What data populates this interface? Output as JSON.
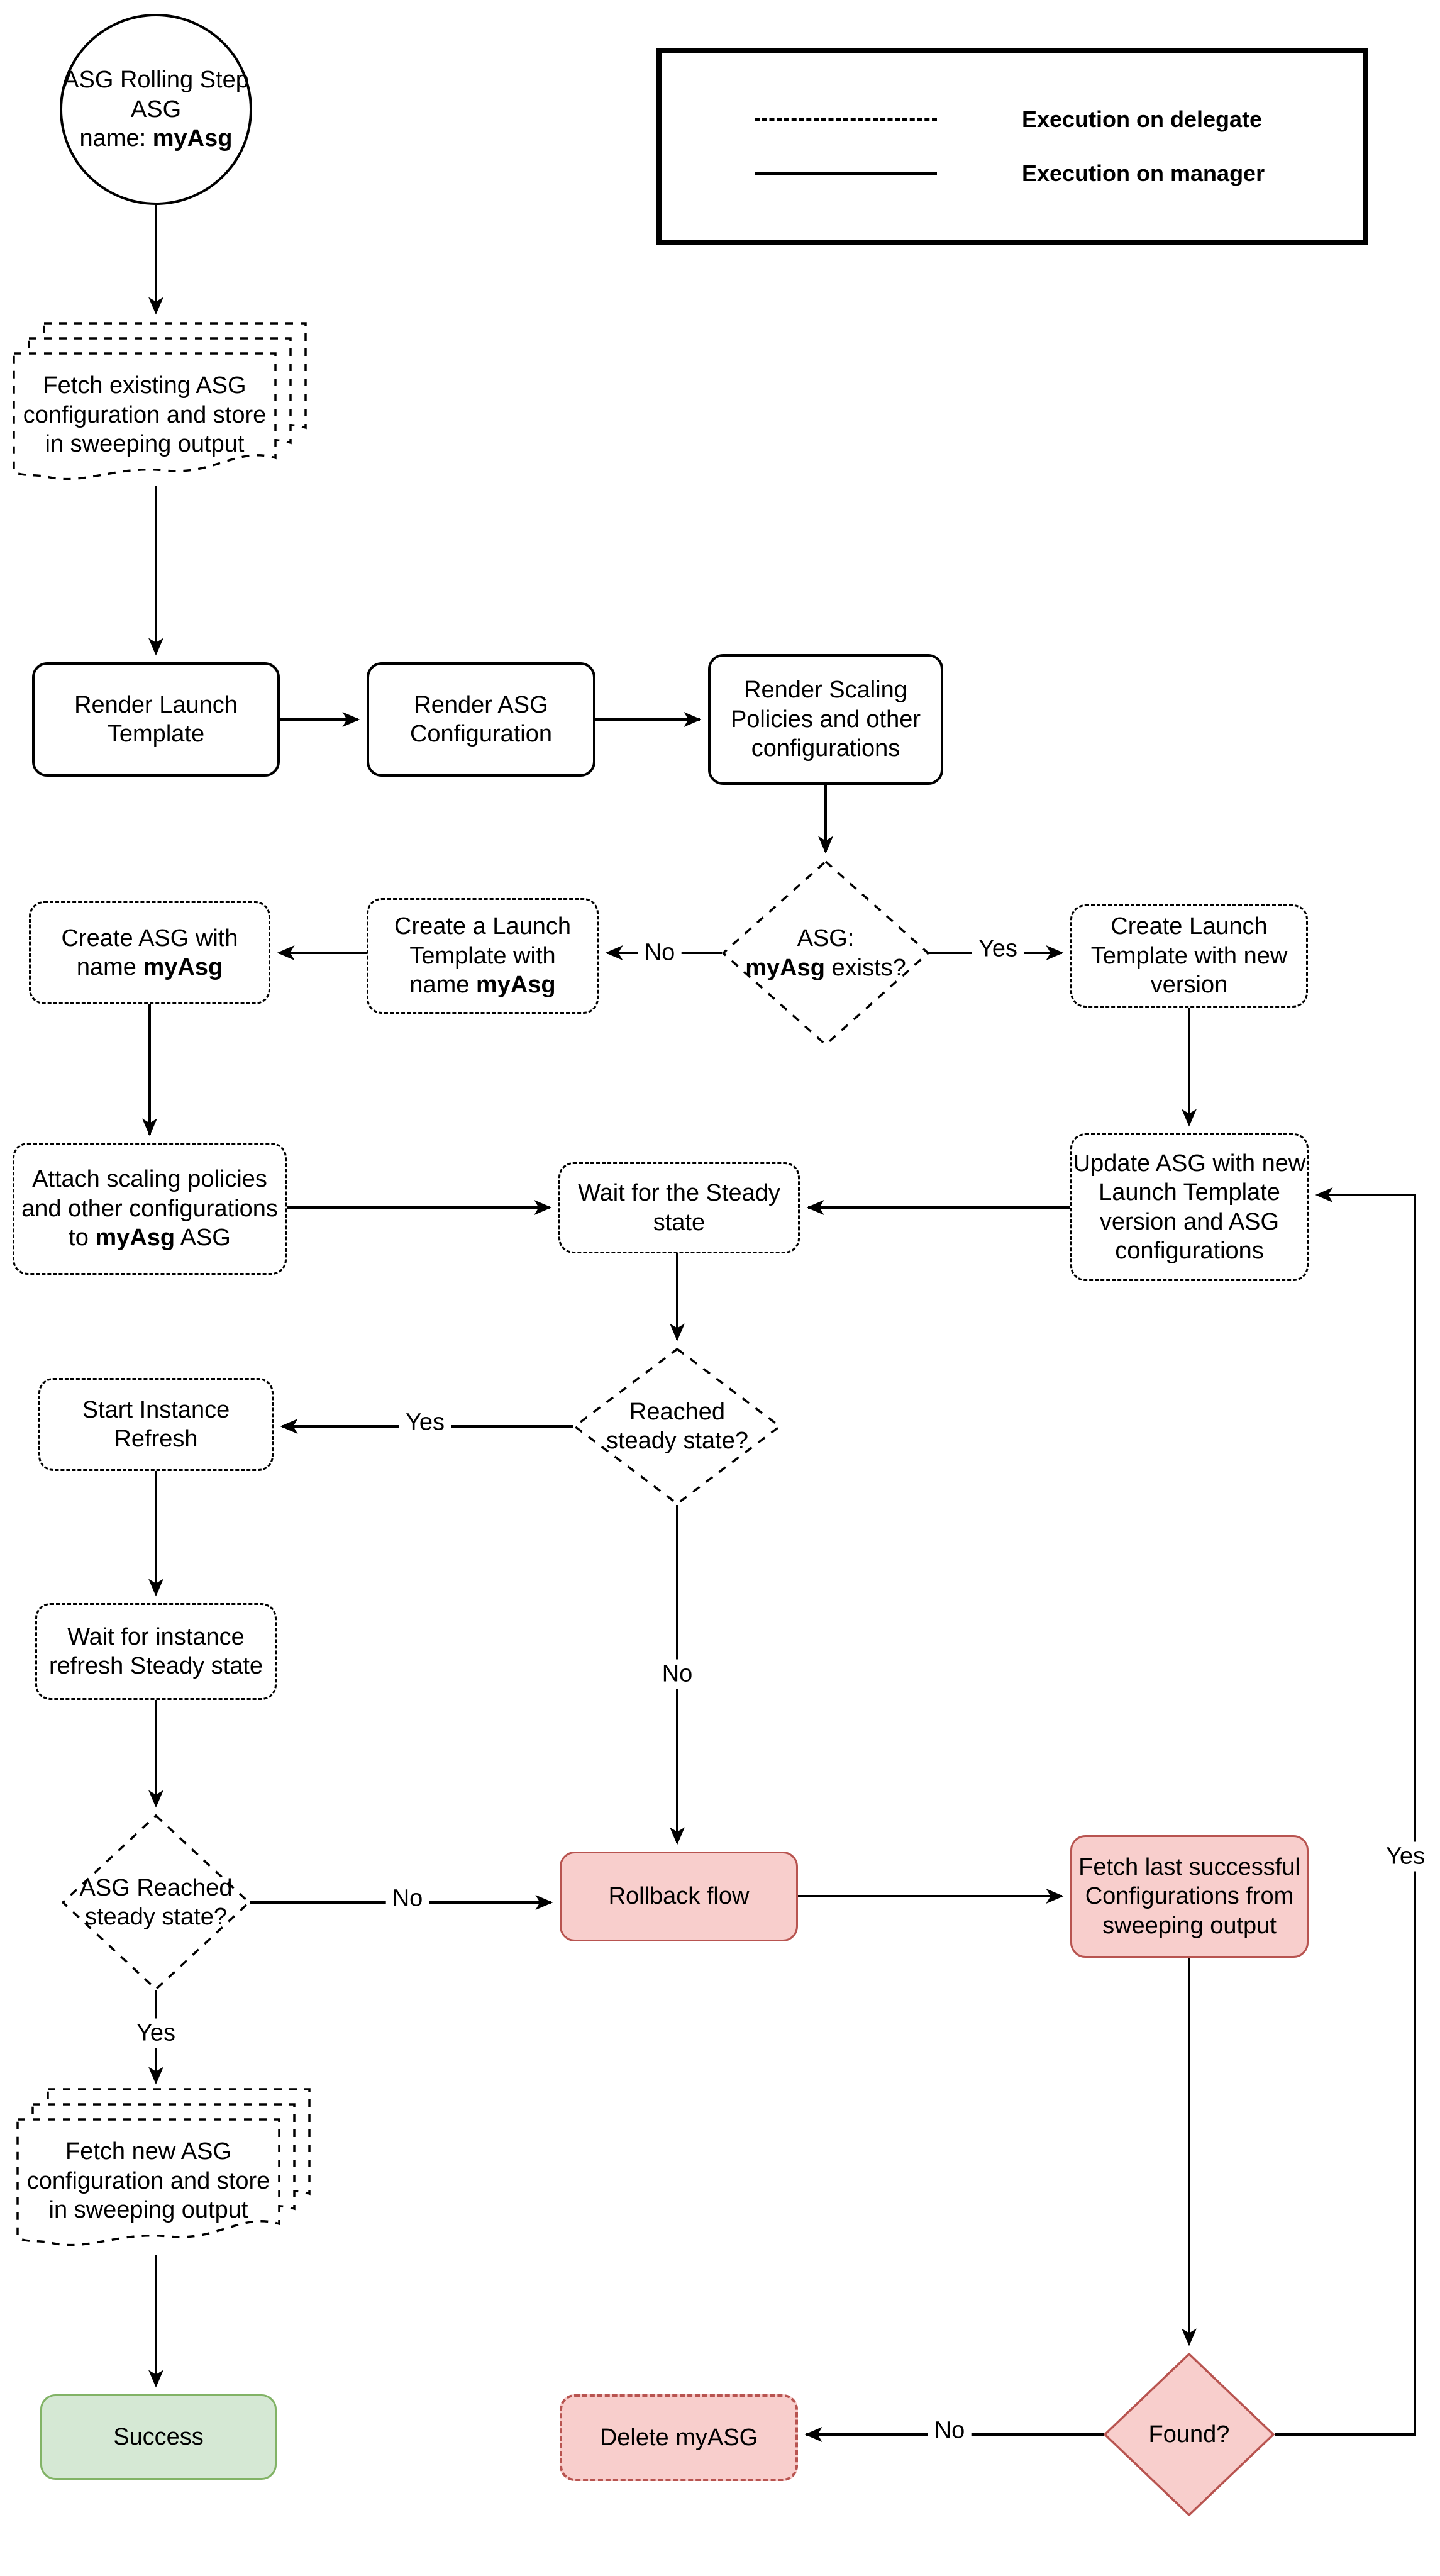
{
  "colors": {
    "pink_fill": "#f8cecc",
    "pink_border": "#b85450",
    "green_fill": "#d5e8d4",
    "green_border": "#82b366",
    "line": "#000000"
  },
  "legend": {
    "items": [
      {
        "style": "dashed",
        "label": "Execution on delegate"
      },
      {
        "style": "solid",
        "label": "Execution on manager"
      }
    ]
  },
  "nodes": {
    "start": {
      "line1": "ASG Rolling Step",
      "line2": "ASG",
      "line3_pre": "name: ",
      "line3_bold": "myAsg"
    },
    "fetch_existing": {
      "line1": "Fetch existing ASG",
      "line2": "configuration and store",
      "line3": "in sweeping output"
    },
    "render_launch": {
      "line1": "Render Launch",
      "line2": "Template"
    },
    "render_asg": {
      "line1": "Render ASG",
      "line2": "Configuration"
    },
    "render_scaling": {
      "line1": "Render Scaling",
      "line2": "Policies and other",
      "line3": "configurations"
    },
    "asg_exists": {
      "line1": "ASG:",
      "line2_bold": "myAsg",
      "line2_post": " exists?"
    },
    "create_launch_named": {
      "line1": "Create a Launch",
      "line2": "Template with",
      "line3_pre": "name ",
      "line3_bold": "myAsg"
    },
    "create_asg": {
      "line1": "Create ASG with",
      "line2_pre": "name ",
      "line2_bold": "myAsg"
    },
    "create_launch_new": {
      "line1": "Create Launch",
      "line2": "Template with new",
      "line3": "version"
    },
    "attach_scaling": {
      "line1": "Attach scaling policies",
      "line2": "and other configurations",
      "line3_pre": "to ",
      "line3_bold": "myAsg",
      "line3_post": " ASG"
    },
    "wait_steady": {
      "line1": "Wait for the Steady",
      "line2": "state"
    },
    "update_asg": {
      "line1": "Update ASG with new",
      "line2": "Launch Template",
      "line3": "version and ASG",
      "line4": "configurations"
    },
    "reached_steady": {
      "line1": "Reached",
      "line2": "steady state?"
    },
    "start_refresh": {
      "line1": "Start Instance",
      "line2": "Refresh"
    },
    "wait_refresh": {
      "line1": "Wait for instance",
      "line2": "refresh Steady state"
    },
    "asg_reached": {
      "line1": "ASG Reached",
      "line2": "steady state?"
    },
    "rollback": {
      "label": "Rollback flow"
    },
    "fetch_last": {
      "line1": "Fetch last successful",
      "line2": "Configurations from",
      "line3": "sweeping output"
    },
    "fetch_new": {
      "line1": "Fetch new ASG",
      "line2": "configuration and store",
      "line3": "in sweeping output"
    },
    "success": {
      "label": "Success"
    },
    "delete_asg": {
      "label": "Delete myASG"
    },
    "found": {
      "label": "Found?"
    }
  },
  "edge_labels": {
    "exists_no": "No",
    "exists_yes": "Yes",
    "reached_yes": "Yes",
    "reached_no": "No",
    "asg_reached_no": "No",
    "asg_reached_yes": "Yes",
    "found_no": "No",
    "found_yes": "Yes"
  }
}
